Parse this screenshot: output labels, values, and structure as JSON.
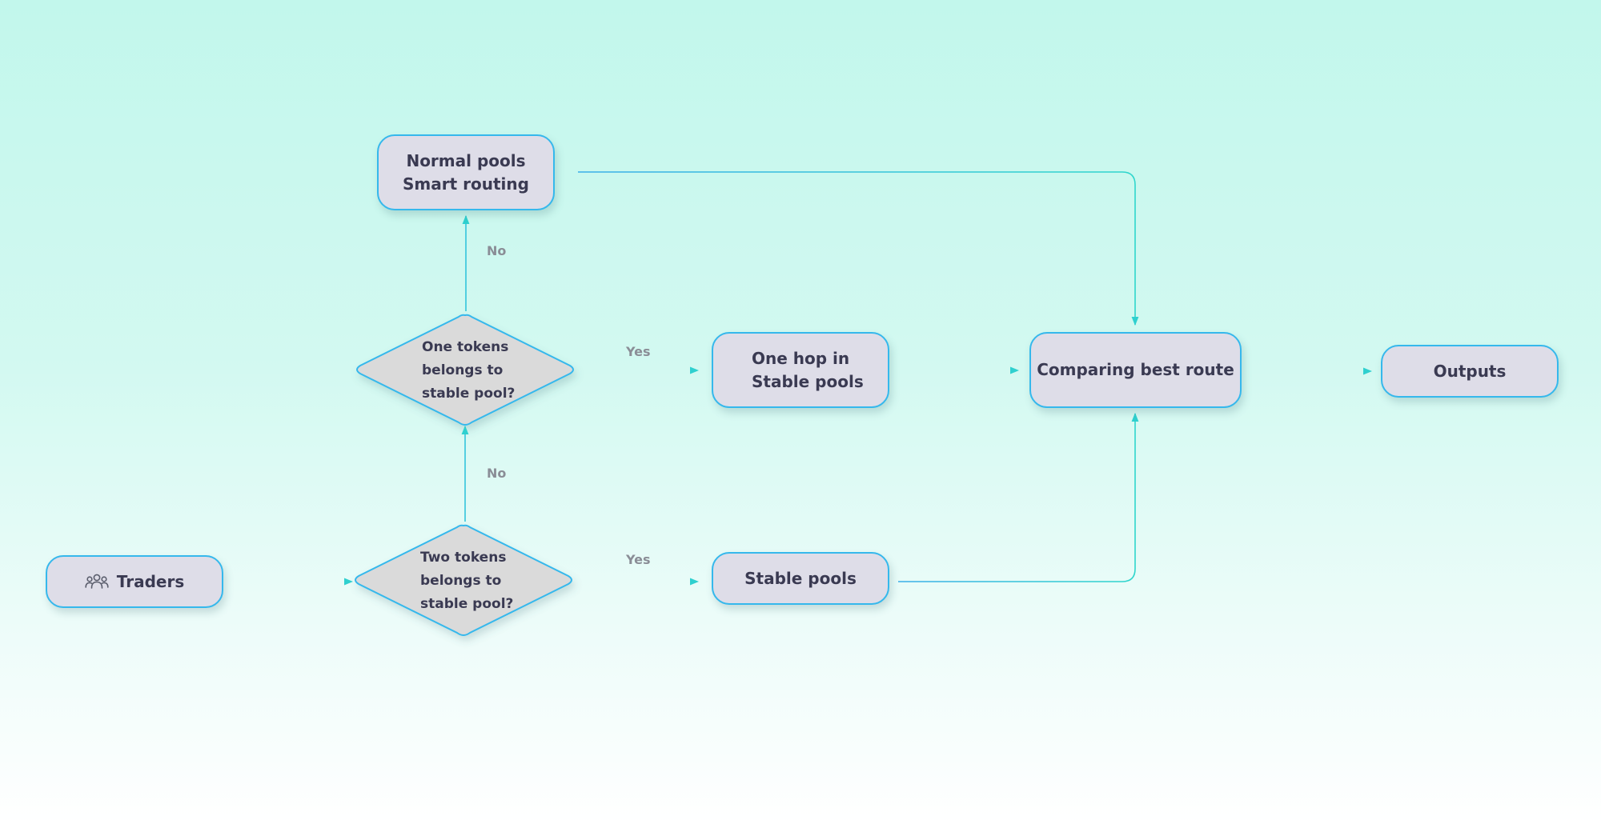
{
  "colors": {
    "node_fill": "#dedde8",
    "decision_fill": "#dadada",
    "border": "#35b8ec",
    "connector": "#2fd0cf",
    "text": "#3a3a52",
    "edge_label": "#8a8d96"
  },
  "nodes": {
    "traders": {
      "label": "Traders",
      "icon": "users-icon"
    },
    "normal_pools": {
      "lines": [
        "Normal pools",
        "Smart routing"
      ]
    },
    "one_token_decision": {
      "lines": [
        "One tokens",
        "belongs to",
        "stable pool?"
      ]
    },
    "two_tokens_decision": {
      "lines": [
        "Two tokens",
        "belongs to",
        "stable pool?"
      ]
    },
    "one_hop": {
      "lines": [
        "One hop in",
        "Stable pools"
      ]
    },
    "stable_pools": {
      "label": "Stable pools"
    },
    "comparing": {
      "label": "Comparing best route"
    },
    "outputs": {
      "label": "Outputs"
    }
  },
  "edge_labels": {
    "no_upper": "No",
    "no_lower": "No",
    "yes_upper": "Yes",
    "yes_lower": "Yes"
  }
}
